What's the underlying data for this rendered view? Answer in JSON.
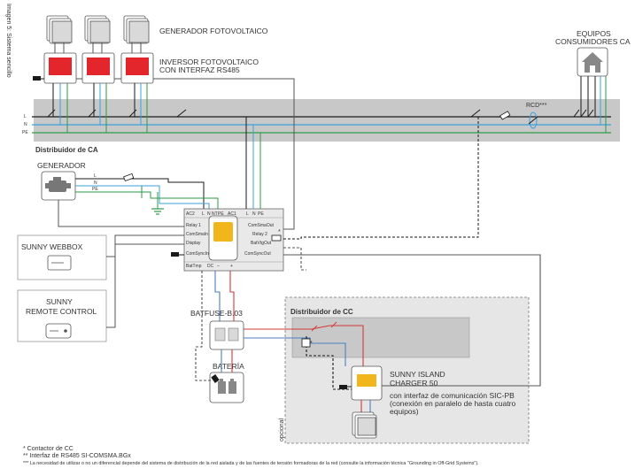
{
  "figure": {
    "caption": "Imagen 5:   Sistema sencillo"
  },
  "labels": {
    "pv_generator": "GENERADOR FOTOVOLTAICO",
    "pv_inverter_line1": "INVERSOR FOTOVOLTAICO",
    "pv_inverter_line2": "CON INTERFAZ RS485",
    "consumers_line1": "EQUIPOS",
    "consumers_line2": "CONSUMIDORES CA",
    "ac_distributor": "Distribuidor de CA",
    "generator": "GENERADOR",
    "webbox": "SUNNY WEBBOX",
    "remote_line1": "SUNNY",
    "remote_line2": "REMOTE CONTROL",
    "batfuse": "BATFUSE-B.03",
    "battery": "BATERÍA",
    "dc_distributor": "Distribuidor de CC",
    "charger_line1": "SUNNY ISLAND",
    "charger_line2": "CHARGER 50",
    "charger_note_line1": "con interfaz de comunicación SIC-PB",
    "charger_note_line2": "(conexión en paralelo de hasta cuatro",
    "charger_note_line3": "equipos)",
    "optional": "opcional",
    "rcd": "RCD***",
    "bus_l": "L",
    "bus_n": "N",
    "bus_pe": "PE",
    "gen_l": "L",
    "gen_n": "N",
    "gen_pe": "PE",
    "star_single": "*",
    "star_double": "**"
  },
  "sunny_island": {
    "ac2": "AC2",
    "ac1": "AC1",
    "term_l": "L",
    "term_n": "N",
    "term_nt": "NT",
    "term_pe": "PE",
    "term_l2": "L",
    "term_n2": "N",
    "term_pe2": "PE",
    "relay1": "Relay 1",
    "relay2": "Relay 2",
    "comsmaout": "ComSmaOut",
    "comsmain": "ComSmaIn",
    "batvtgout": "BatVtgOut",
    "display": "Display",
    "comsyncin": "ComSyncIn",
    "comsyncout": "ComSyncOut",
    "battmp": "BatTmp",
    "dc": "DC",
    "dc_minus": "–",
    "dc_plus": "+"
  },
  "footnotes": {
    "fn1": "* Contactor de CC",
    "fn2": "** Interfaz de RS485 SI-COMSMA.BGx",
    "fn3": "*** La necesidad de utilizar o no un diferencial depende del sistema de distribución de la red aislada y de las fuentes de tensión formadoras de la red (consulte la información técnica \"Grounding in Off-Grid Systems\")."
  },
  "colors": {
    "line_l": "#1a1a1a",
    "line_n": "#3aa0d8",
    "line_pe": "#2e9a48",
    "dc_plus": "#d23a3a",
    "dc_minus": "#4a7fc1",
    "bus_bg": "#c8c8c8",
    "dc_box_bg": "#e6e6e6",
    "inverter_red": "#e3262b",
    "island_yellow": "#f2b61d"
  },
  "icons": {
    "pv_panel": "solar-panel-icon",
    "house": "house-icon",
    "engine": "engine-icon",
    "battery": "battery-icon",
    "webbox": "webbox-device-icon",
    "remote": "remote-control-icon"
  }
}
